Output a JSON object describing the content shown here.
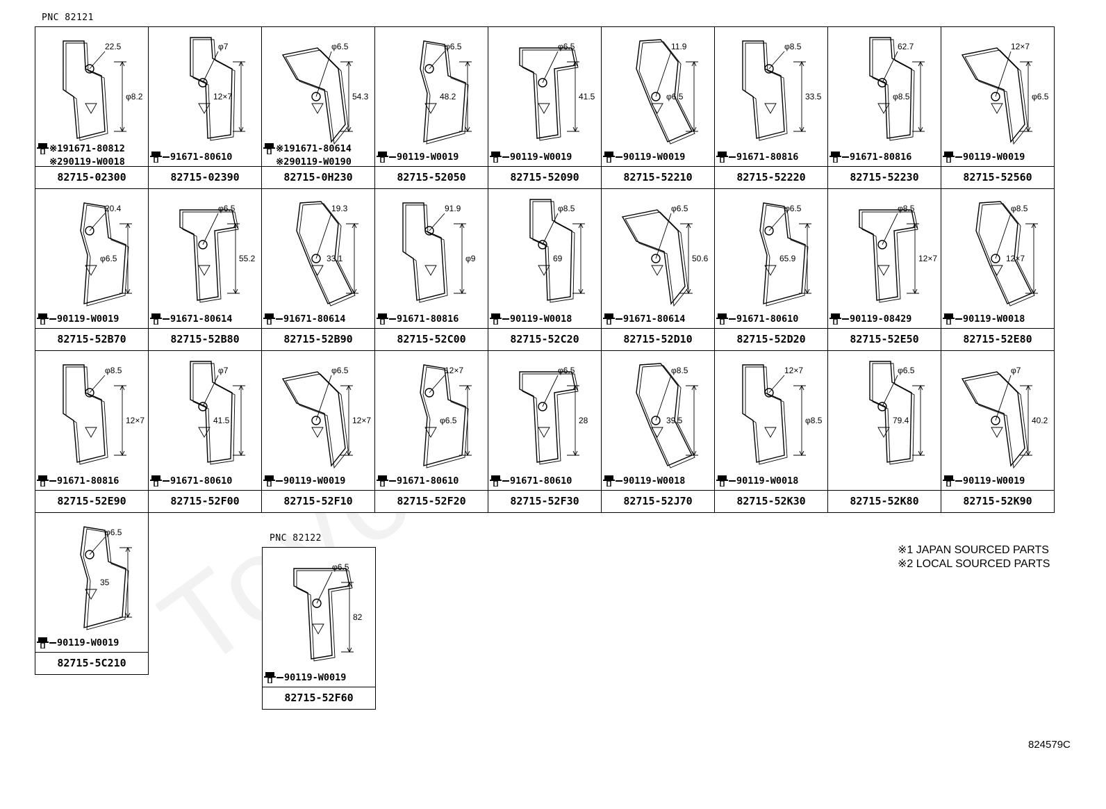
{
  "pnc_main": "PNC 82121",
  "pnc_secondary": "PNC 82122",
  "legend": [
    "※1 JAPAN SOURCED PARTS",
    "※2 LOCAL SOURCED PARTS"
  ],
  "figure_code": "824579C",
  "parts": [
    {
      "part": "82715-02300",
      "bolts": [
        "※191671-80812",
        "※290119-W0018"
      ],
      "dims": [
        "22.5",
        "φ8.2"
      ]
    },
    {
      "part": "82715-02390",
      "bolts": [
        "91671-80610"
      ],
      "dims": [
        "φ7",
        "12×7"
      ]
    },
    {
      "part": "82715-0H230",
      "bolts": [
        "※191671-80614",
        "※290119-W0190"
      ],
      "dims": [
        "φ6.5",
        "54.3"
      ]
    },
    {
      "part": "82715-52050",
      "bolts": [
        "90119-W0019"
      ],
      "dims": [
        "φ6.5",
        "48.2"
      ]
    },
    {
      "part": "82715-52090",
      "bolts": [
        "90119-W0019"
      ],
      "dims": [
        "φ6.5",
        "41.5"
      ]
    },
    {
      "part": "82715-52210",
      "bolts": [
        "90119-W0019"
      ],
      "dims": [
        "11.9",
        "φ6.5"
      ]
    },
    {
      "part": "82715-52220",
      "bolts": [
        "91671-80816"
      ],
      "dims": [
        "φ8.5",
        "33.5"
      ]
    },
    {
      "part": "82715-52230",
      "bolts": [
        "91671-80816"
      ],
      "dims": [
        "62.7",
        "φ8.5"
      ]
    },
    {
      "part": "82715-52560",
      "bolts": [
        "90119-W0019"
      ],
      "dims": [
        "12×7",
        "φ6.5"
      ]
    },
    {
      "part": "82715-52B70",
      "bolts": [
        "90119-W0019"
      ],
      "dims": [
        "20.4",
        "φ6.5"
      ]
    },
    {
      "part": "82715-52B80",
      "bolts": [
        "91671-80614"
      ],
      "dims": [
        "φ6.5",
        "55.2"
      ]
    },
    {
      "part": "82715-52B90",
      "bolts": [
        "91671-80614"
      ],
      "dims": [
        "19.3",
        "33.1"
      ]
    },
    {
      "part": "82715-52C00",
      "bolts": [
        "91671-80816"
      ],
      "dims": [
        "91.9",
        "φ9"
      ]
    },
    {
      "part": "82715-52C20",
      "bolts": [
        "90119-W0018"
      ],
      "dims": [
        "φ8.5",
        "69"
      ]
    },
    {
      "part": "82715-52D10",
      "bolts": [
        "91671-80614"
      ],
      "dims": [
        "φ6.5",
        "50.6"
      ]
    },
    {
      "part": "82715-52D20",
      "bolts": [
        "91671-80610"
      ],
      "dims": [
        "φ6.5",
        "65.9"
      ]
    },
    {
      "part": "82715-52E50",
      "bolts": [
        "90119-08429"
      ],
      "dims": [
        "φ8.5",
        "12×7"
      ]
    },
    {
      "part": "82715-52E80",
      "bolts": [
        "90119-W0018"
      ],
      "dims": [
        "φ8.5",
        "12×7"
      ]
    },
    {
      "part": "82715-52E90",
      "bolts": [
        "91671-80816"
      ],
      "dims": [
        "φ8.5",
        "12×7"
      ]
    },
    {
      "part": "82715-52F00",
      "bolts": [
        "91671-80610"
      ],
      "dims": [
        "φ7",
        "41.5"
      ]
    },
    {
      "part": "82715-52F10",
      "bolts": [
        "90119-W0019"
      ],
      "dims": [
        "φ6.5",
        "12×7"
      ]
    },
    {
      "part": "82715-52F20",
      "bolts": [
        "91671-80610"
      ],
      "dims": [
        "12×7",
        "φ6.5"
      ]
    },
    {
      "part": "82715-52F30",
      "bolts": [
        "91671-80610"
      ],
      "dims": [
        "φ6.5",
        "28"
      ]
    },
    {
      "part": "82715-52J70",
      "bolts": [
        "90119-W0018"
      ],
      "dims": [
        "φ8.5",
        "39.5"
      ]
    },
    {
      "part": "82715-52K30",
      "bolts": [
        "90119-W0018"
      ],
      "dims": [
        "12×7",
        "φ8.5"
      ]
    },
    {
      "part": "82715-52K80",
      "bolts": [],
      "dims": [
        "φ6.5",
        "79.4"
      ]
    },
    {
      "part": "82715-52K90",
      "bolts": [
        "90119-W0019"
      ],
      "dims": [
        "φ7",
        "40.2"
      ]
    },
    {
      "part": "82715-5C210",
      "bolts": [
        "90119-W0019"
      ],
      "dims": [
        "φ6.5",
        "35"
      ]
    },
    {
      "part": "82715-52F60",
      "bolts": [
        "90119-W0019"
      ],
      "dims": [
        "φ6.5",
        "82"
      ]
    }
  ]
}
